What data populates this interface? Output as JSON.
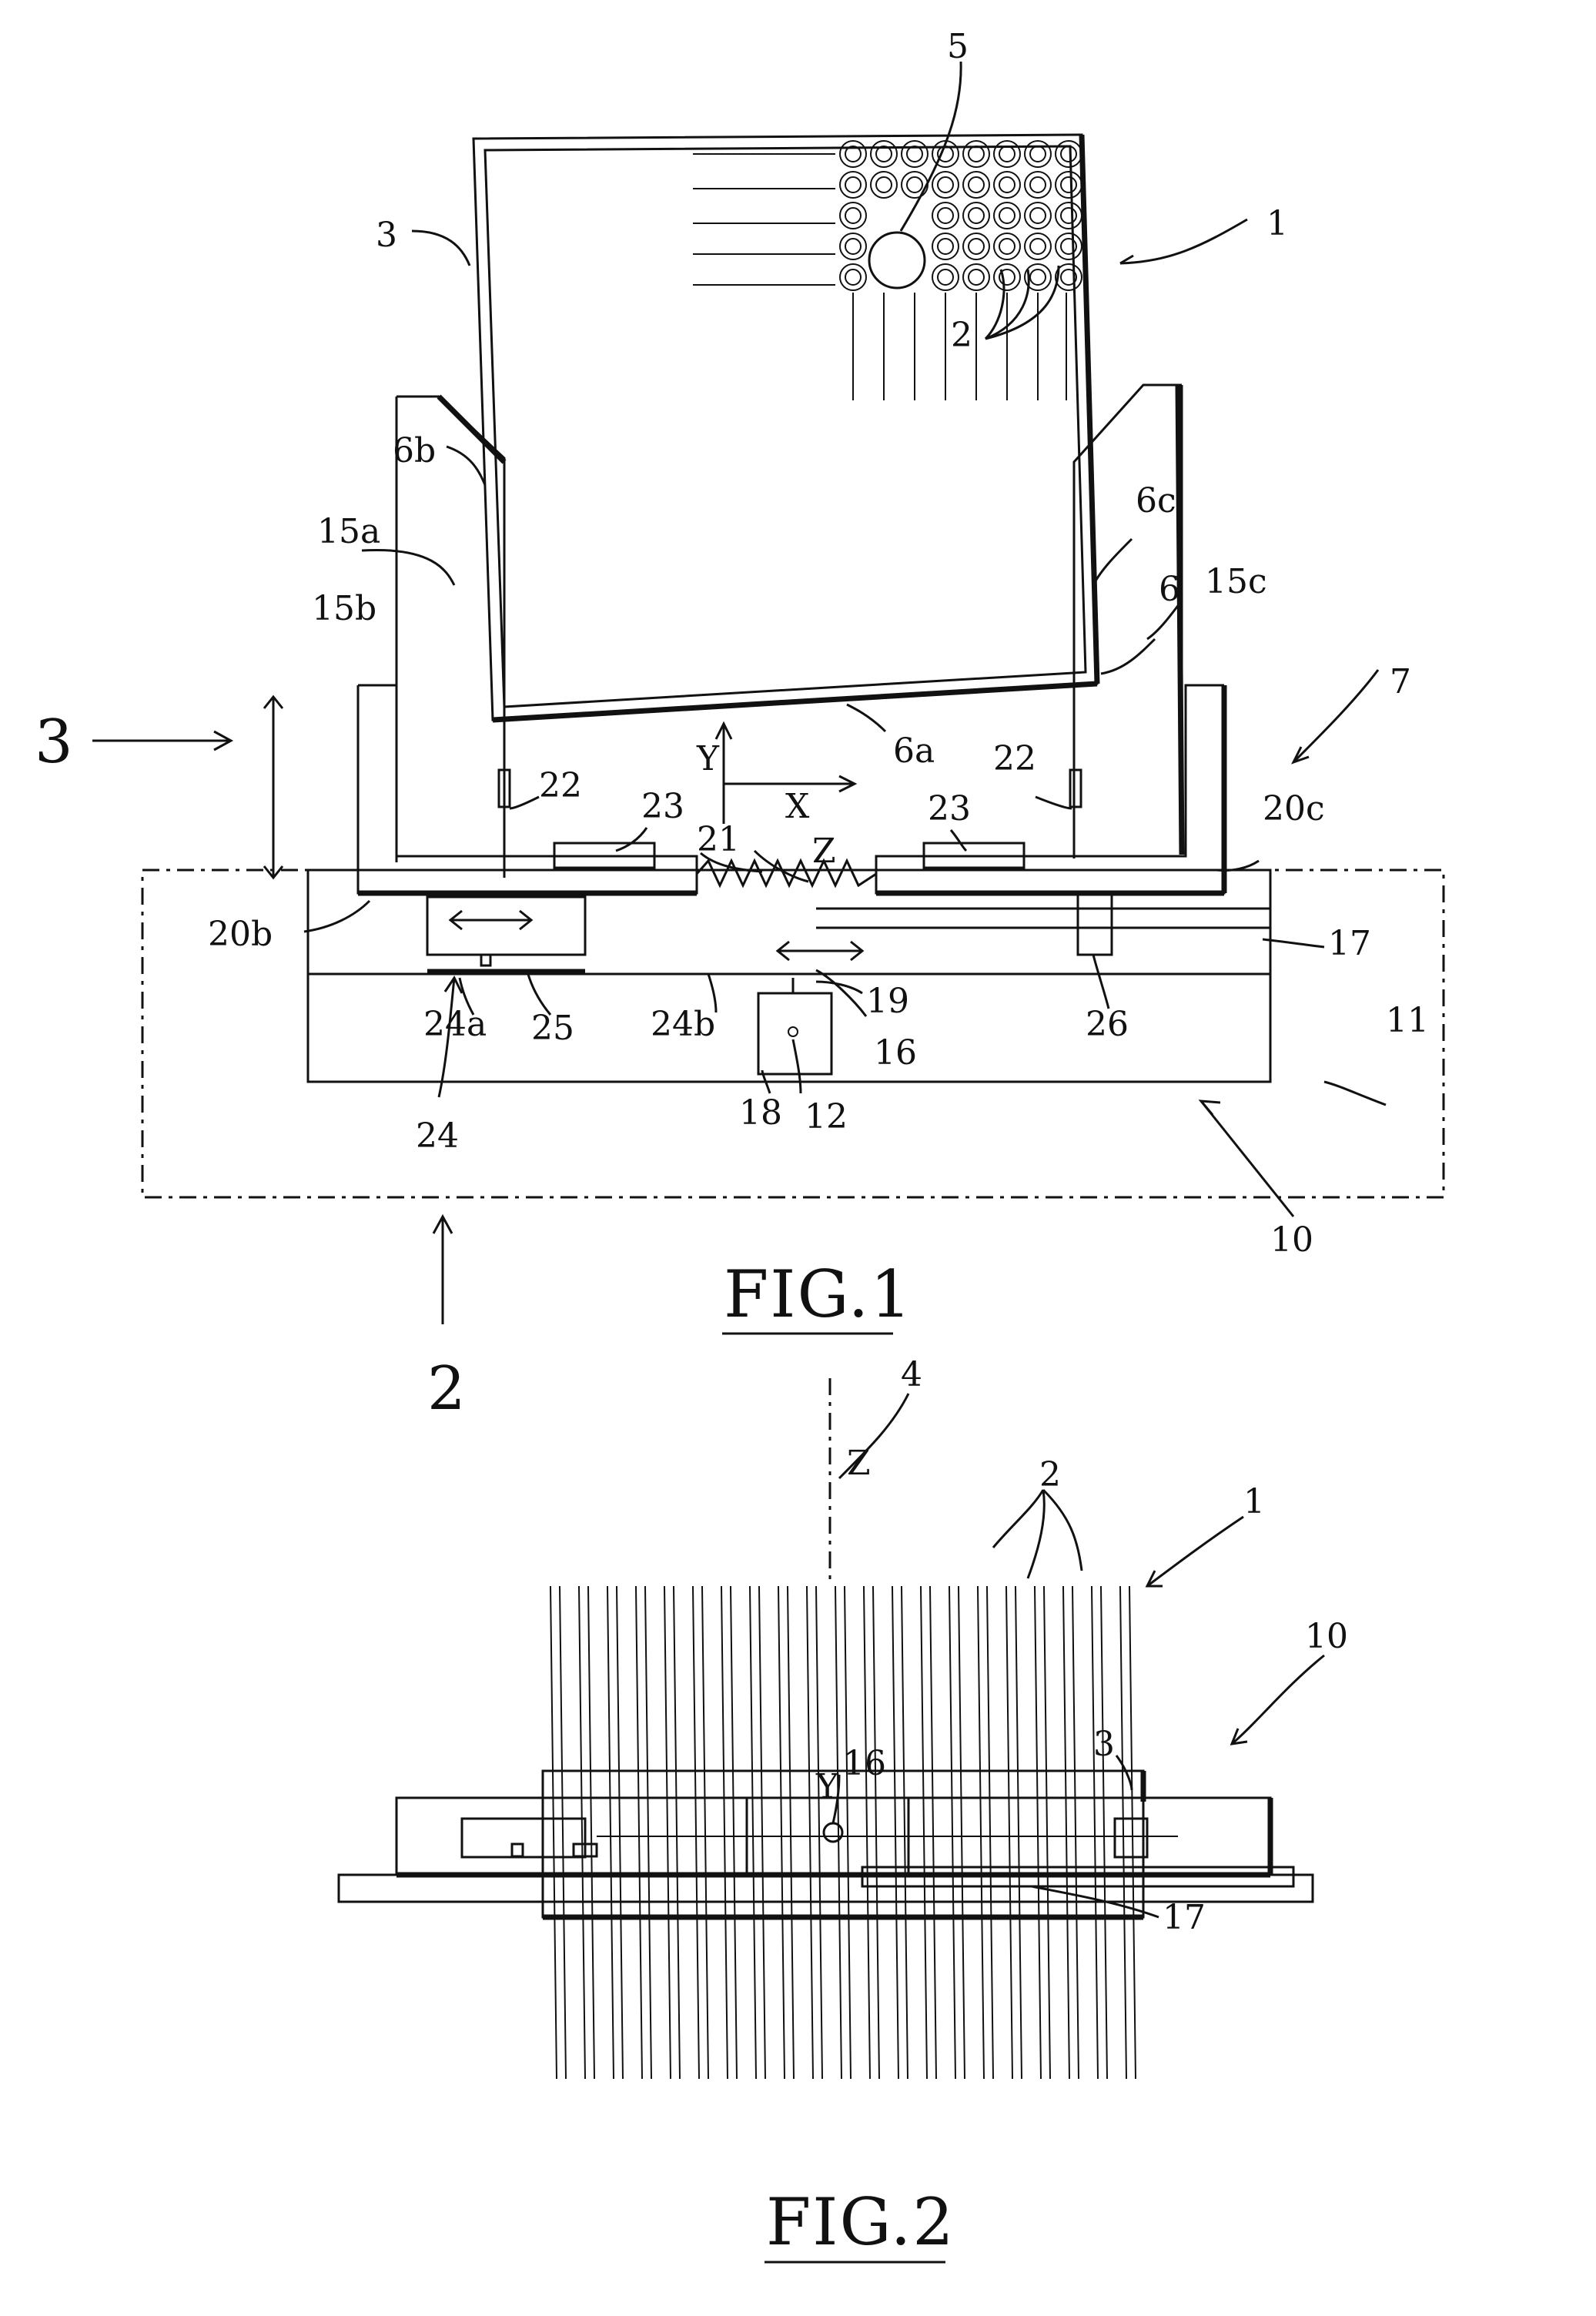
{
  "fig1": {
    "caption": "FIG.1",
    "labels": {
      "l1": "1",
      "l2": "2",
      "l3": "3",
      "l5": "5",
      "l6": "6",
      "l6a": "6a",
      "l6b": "6b",
      "l6c": "6c",
      "l7": "7",
      "l10": "10",
      "l11": "11",
      "l12": "12",
      "l15a": "15a",
      "l15b": "15b",
      "l15c": "15c",
      "l16": "16",
      "l17": "17",
      "l18": "18",
      "l19": "19",
      "l20b": "20b",
      "l20c": "20c",
      "l21": "21",
      "l22_left": "22",
      "l22_right": "22",
      "l23_left": "23",
      "l23_right": "23",
      "l24": "24",
      "l24a": "24a",
      "l24b": "24b",
      "l25": "25",
      "l26": "26",
      "axis_x": "X",
      "axis_y": "Y",
      "axis_z": "Z"
    },
    "section_marks": {
      "view3": "3",
      "view2": "2"
    }
  },
  "fig2": {
    "caption": "FIG.2",
    "labels": {
      "l1": "1",
      "l2": "2",
      "l3": "3",
      "l4": "4",
      "l10": "10",
      "l16": "16",
      "l17": "17",
      "axis_y": "Y",
      "axis_z": "Z"
    }
  }
}
